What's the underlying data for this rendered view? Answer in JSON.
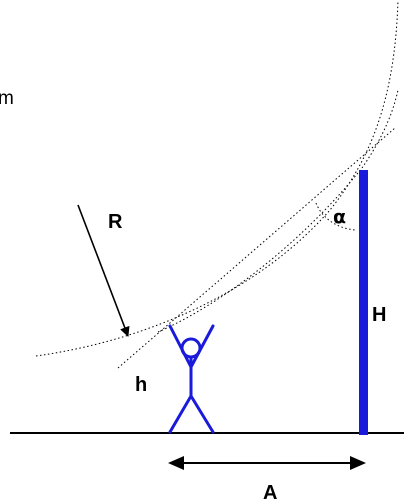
{
  "labels": {
    "radius": "R",
    "angle": "α",
    "mast_height": "H",
    "person_height": "h",
    "distance": "A",
    "clipped_text": "m"
  },
  "colors": {
    "mast": "#1a1adb",
    "person": "#1a1adb",
    "lines": "#000000",
    "background": "#ffffff"
  }
}
